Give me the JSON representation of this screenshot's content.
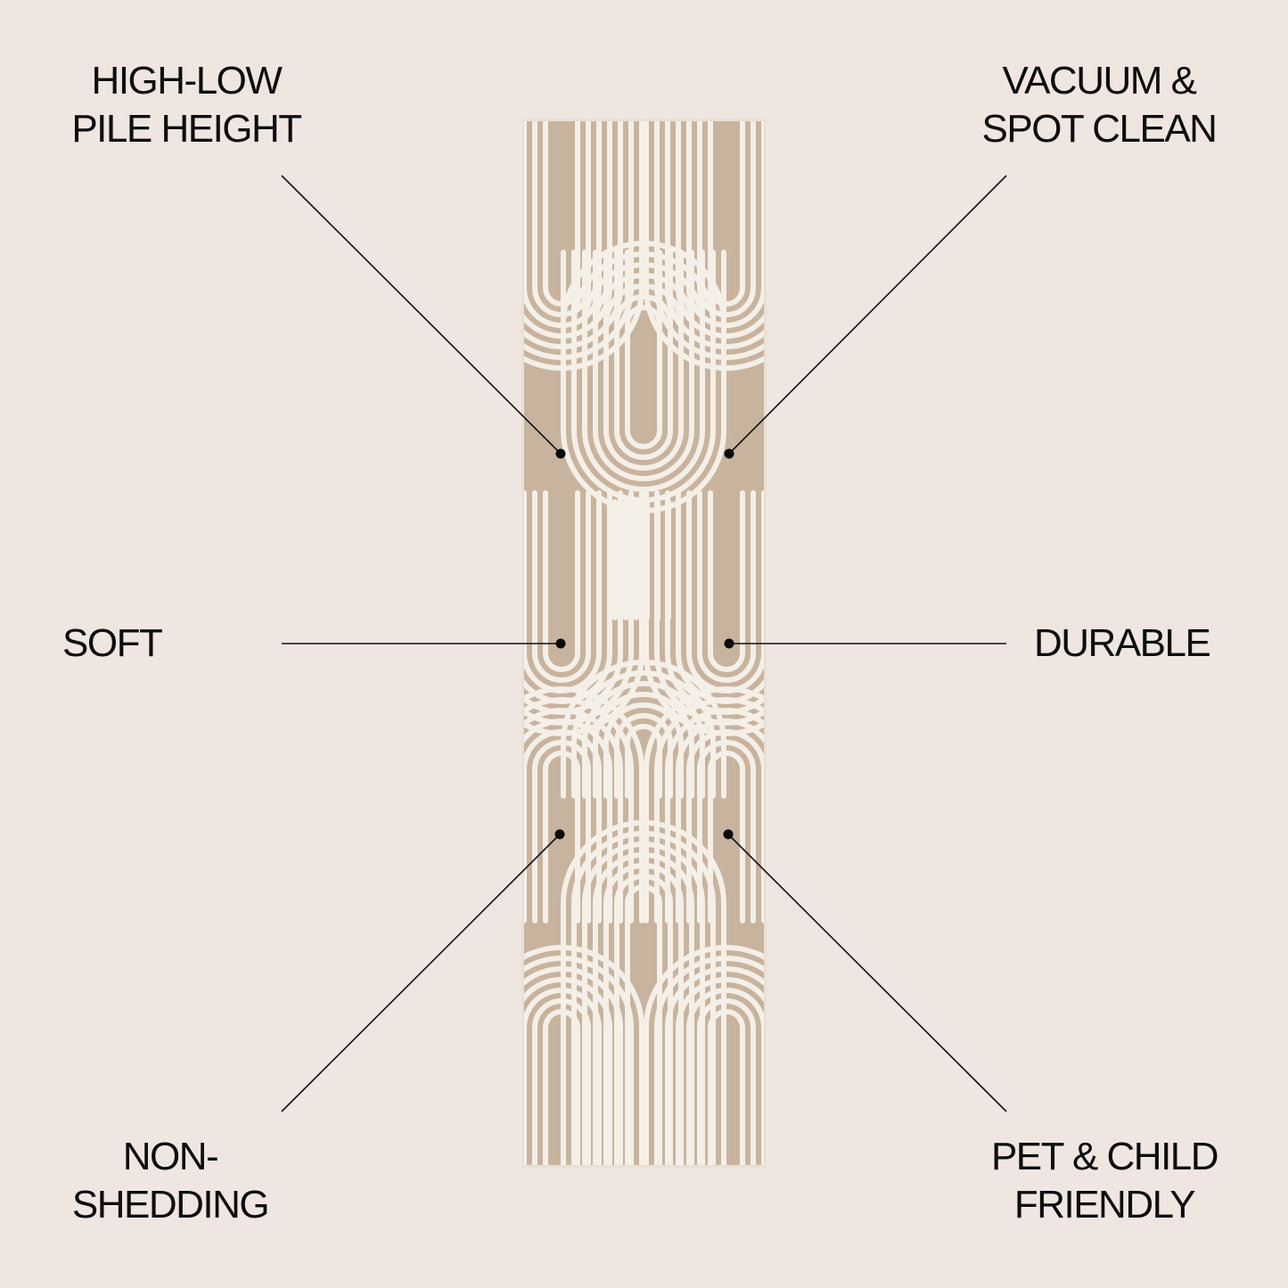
{
  "background_color": "#EFE6E2",
  "product": {
    "name": "runner-rug",
    "base_color": "#C8B49E",
    "line_color": "#F4EFE7",
    "pattern": "nested-arches"
  },
  "features": {
    "top_left": {
      "line1": "HIGH-LOW",
      "line2": "PILE HEIGHT"
    },
    "top_right": {
      "line1": "VACUUM &",
      "line2": "SPOT CLEAN"
    },
    "mid_left": {
      "line1": "SOFT"
    },
    "mid_right": {
      "line1": "DURABLE"
    },
    "bottom_left": {
      "line1": "NON-",
      "line2": "SHEDDING"
    },
    "bottom_right": {
      "line1": "PET & CHILD",
      "line2": "FRIENDLY"
    }
  },
  "callout_color": "#111111"
}
